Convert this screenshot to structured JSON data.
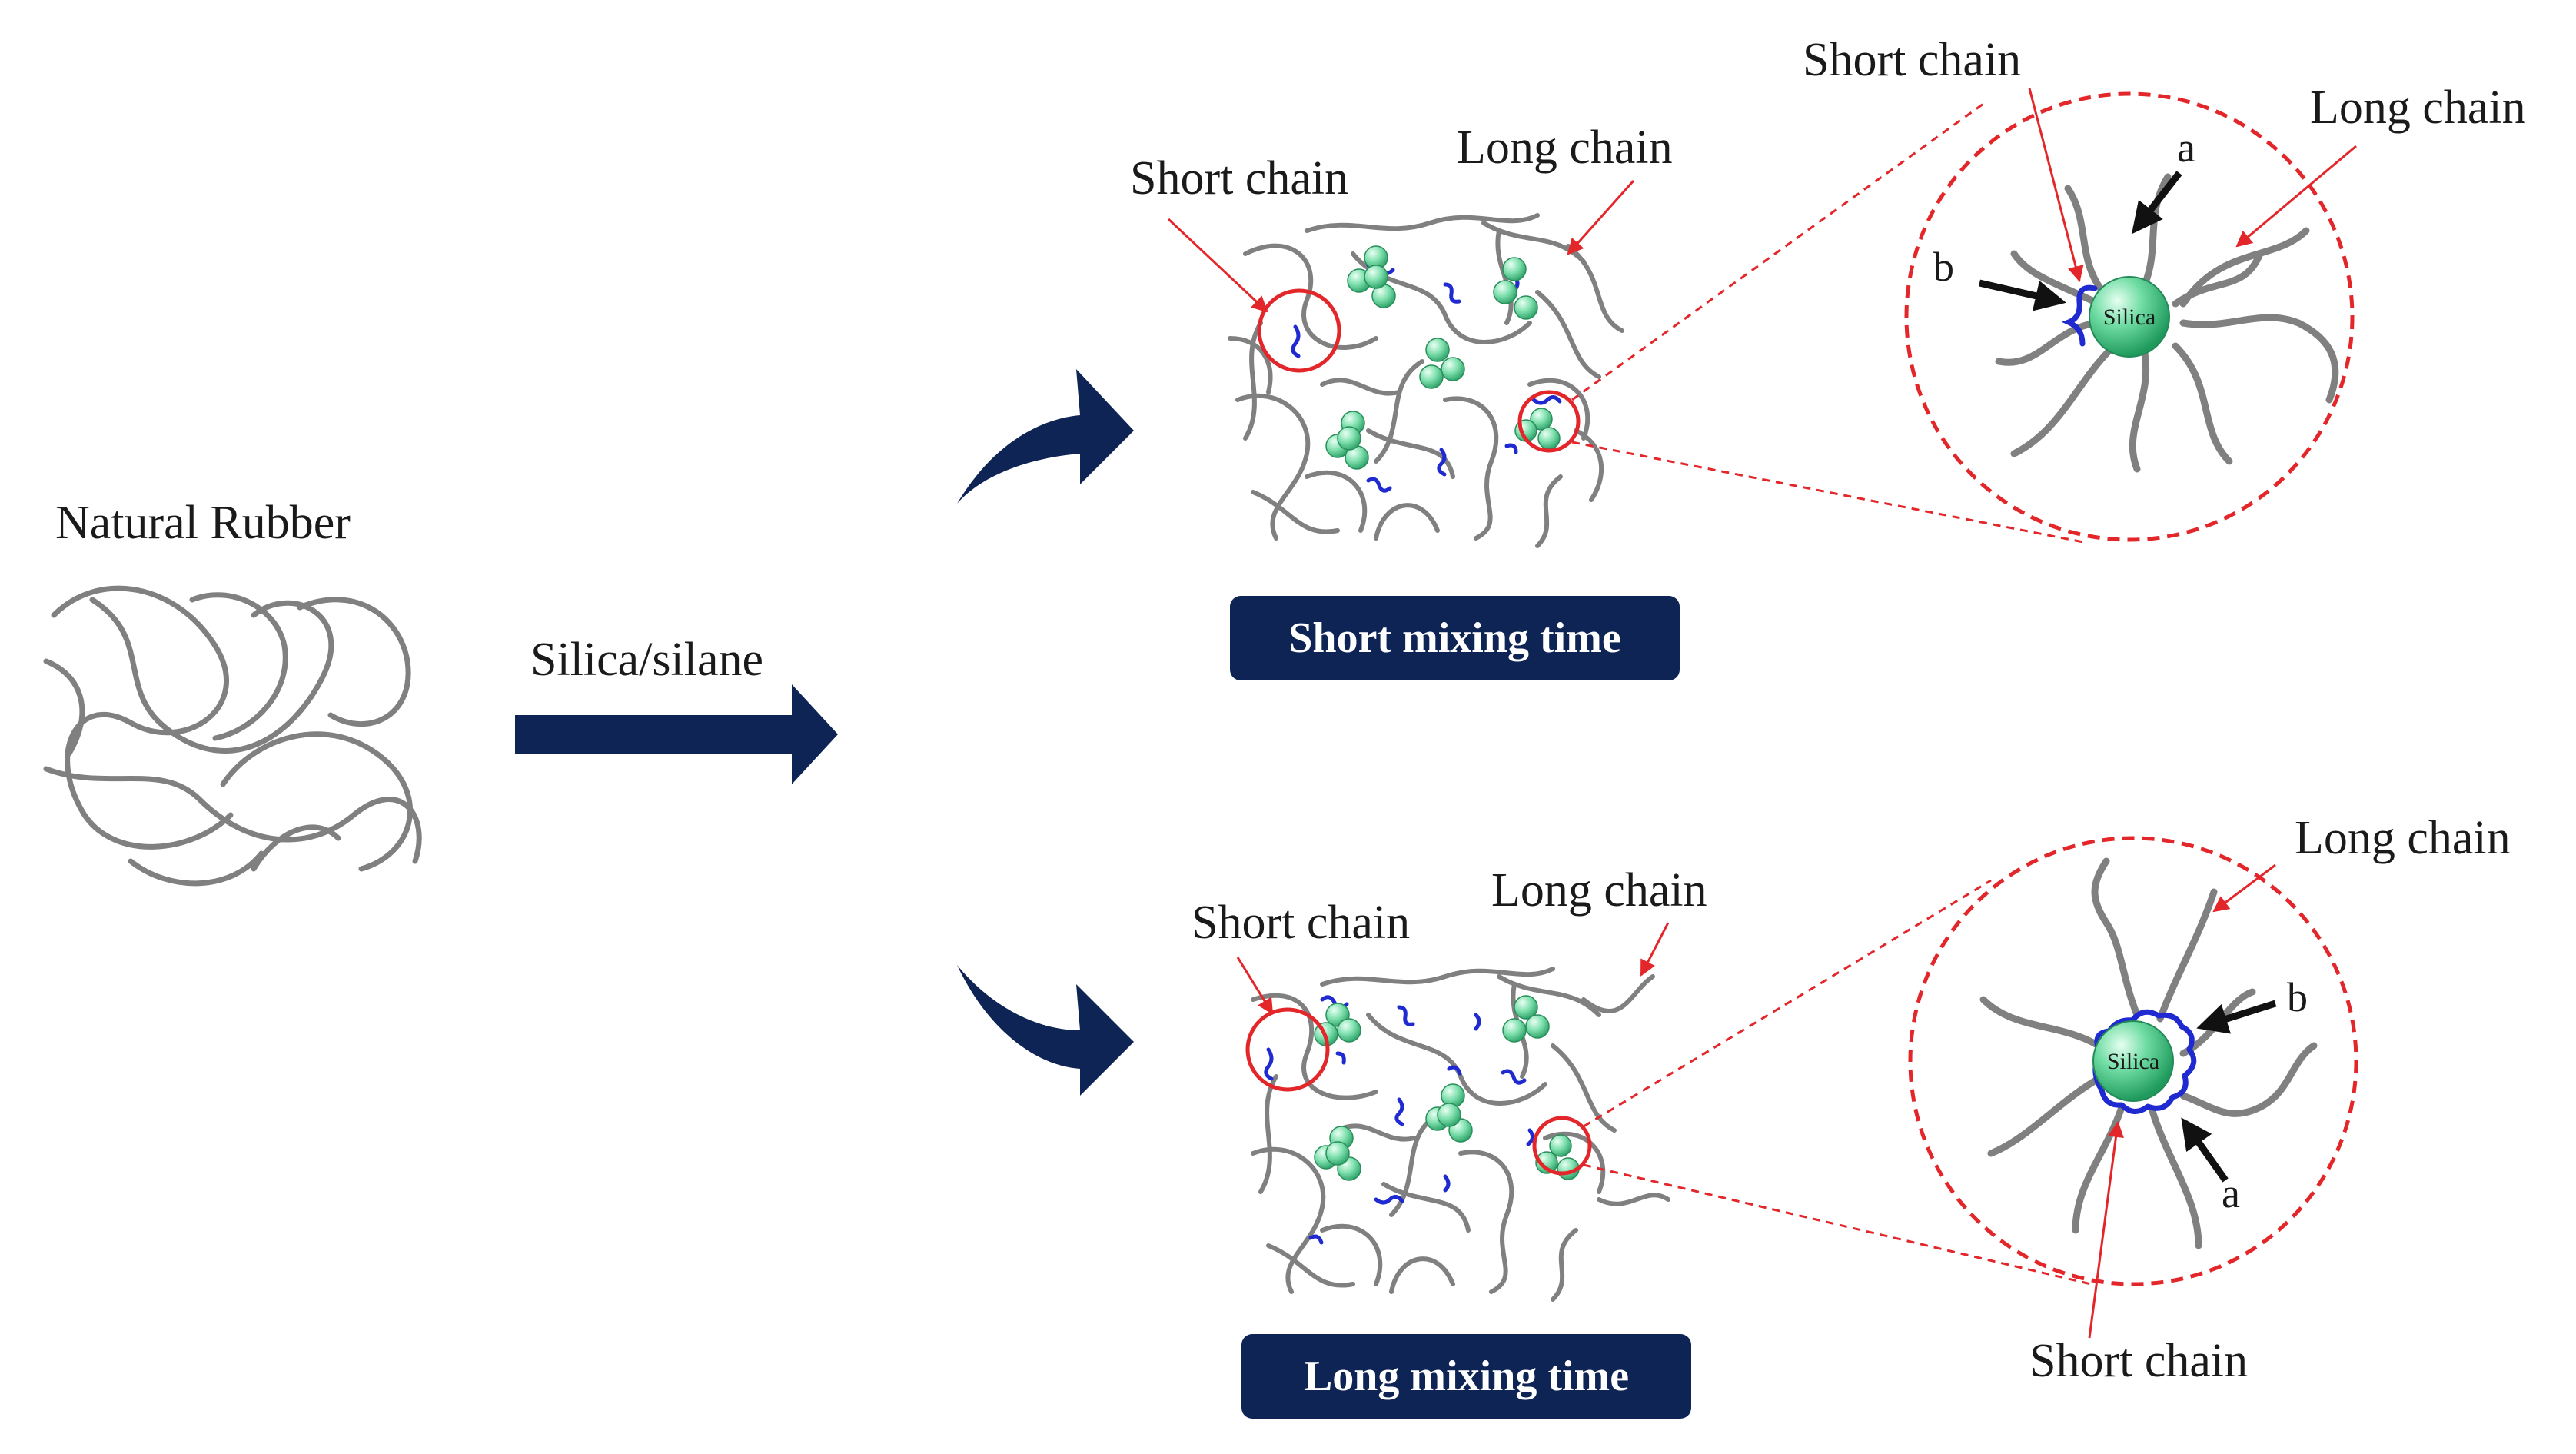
{
  "labels": {
    "natural_rubber": "Natural Rubber",
    "reagent": "Silica/silane",
    "short_chain": "Short chain",
    "long_chain": "Long chain",
    "marker_a": "a",
    "marker_b": "b",
    "silica": "Silica"
  },
  "panels": {
    "top": {
      "caption": "Short mixing time"
    },
    "bottom": {
      "caption": "Long mixing time"
    }
  },
  "colors": {
    "navy": "#0e2454",
    "chain_gray": "#7a7a7a",
    "short_chain_blue": "#1f2ad1",
    "callout_red": "#e3262a",
    "silica_green": "#3fcb86"
  }
}
